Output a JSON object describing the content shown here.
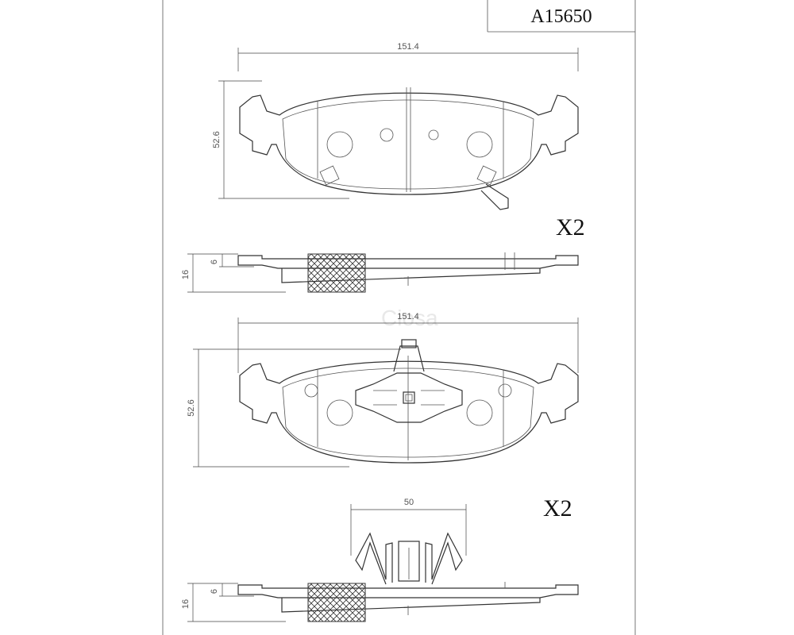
{
  "part_number": "A15650",
  "views": {
    "top_pad": {
      "width_label": "151.4",
      "height_label": "52.6",
      "quantity": "X2"
    },
    "top_side": {
      "thickness_total": "16",
      "thickness_backing": "6"
    },
    "bottom_pad": {
      "width_label": "151.4",
      "height_label": "52.6"
    },
    "clip": {
      "width_label": "50",
      "quantity": "X2"
    },
    "bottom_side": {
      "thickness_total": "16",
      "thickness_backing": "6"
    }
  },
  "watermark": "Ciosa"
}
